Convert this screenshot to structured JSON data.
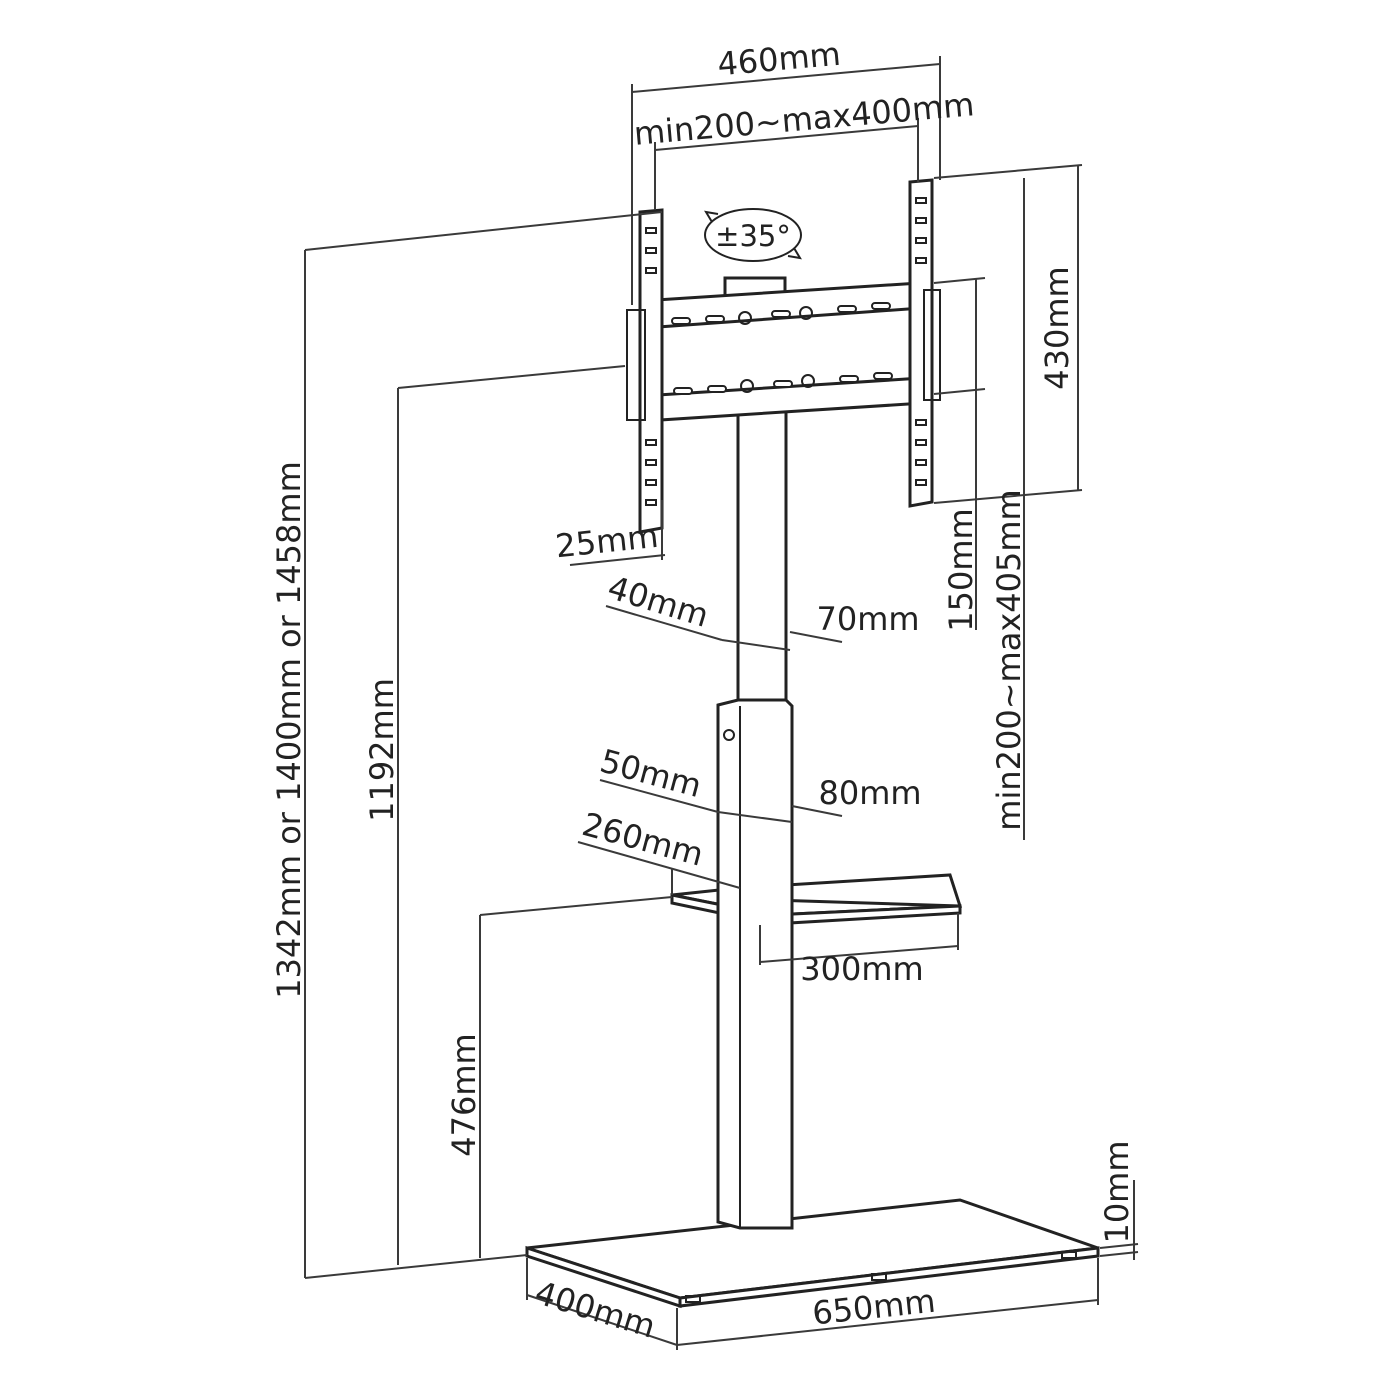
{
  "diagram": {
    "labels": {
      "width_460": "460mm",
      "vesa_h": "min200~max400mm",
      "tilt": "±35°",
      "height_430": "430mm",
      "vesa_v_min": "150mm",
      "vesa_v_range": "min200~max405mm",
      "depth_25": "25mm",
      "pole_upper_40": "40mm",
      "pole_upper_70": "70mm",
      "pole_lower_50": "50mm",
      "pole_lower_80": "80mm",
      "shelf_260": "260mm",
      "shelf_300": "300mm",
      "total_height": "1342mm or 1400mm or 1458mm",
      "height_1192": "1192mm",
      "shelf_height_476": "476mm",
      "base_thickness_10": "10mm",
      "base_depth_400": "400mm",
      "base_width_650": "650mm"
    },
    "colors": {
      "line": "#222222",
      "background": "#ffffff"
    }
  }
}
